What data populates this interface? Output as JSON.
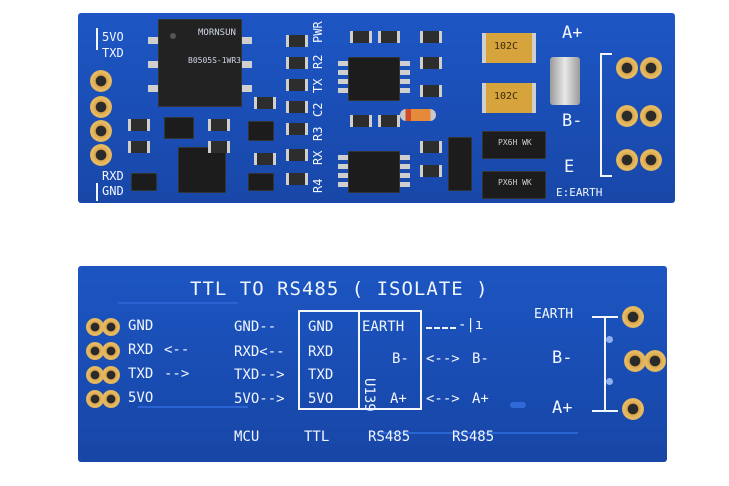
{
  "top_board": {
    "labels": {
      "vcc": "5VO",
      "txd": "TXD",
      "rxd": "RXD",
      "gnd": "GND",
      "pwr": "PWR",
      "r2": "R2",
      "tx": "TX",
      "c2": "C2",
      "r3": "R3",
      "rx": "RX",
      "r4": "R4",
      "a_plus": "A+",
      "b_minus": "B-",
      "earth_e": "E",
      "earth_legend": "E:EARTH"
    },
    "module_brand": "MORNSUN",
    "module_part": "B0505S-1WR3",
    "diode_marking": "PX6H WK",
    "tant_marking": "102C"
  },
  "bottom_board": {
    "title": "TTL TO RS485 ( ISOLATE )",
    "left_pins": [
      "GND",
      "RXD",
      "TXD",
      "5VO"
    ],
    "mcu_col": [
      "GND--",
      "RXD<--",
      "TXD-->",
      "5VO-->"
    ],
    "ttl_col": [
      "GND",
      "RXD",
      "TXD",
      "5VO"
    ],
    "rs485_col": [
      "EARTH",
      "B-",
      "A+"
    ],
    "rs485_out": [
      "B-",
      "A+"
    ],
    "ref": "U139",
    "arrows": {
      "left": "<--",
      "right": "-->"
    },
    "footer": [
      "MCU",
      "TTL",
      "RS485",
      "RS485"
    ],
    "right_terms": [
      "EARTH",
      "B-",
      "A+"
    ]
  },
  "colors": {
    "pcb": "#1a4fb8",
    "pcb_dark": "#133f98",
    "silk": "#f2f6ff",
    "gold": "#e2b45c"
  }
}
